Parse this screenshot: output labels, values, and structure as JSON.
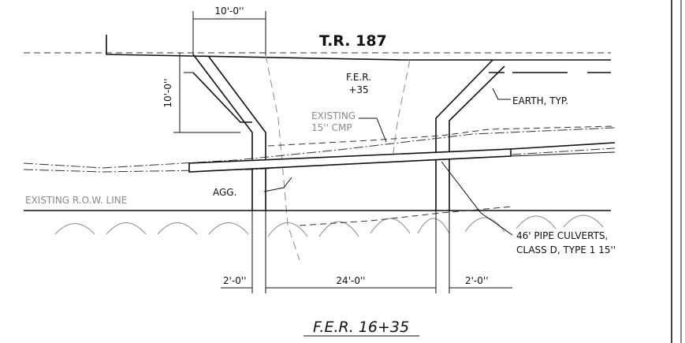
{
  "road_label": "T.R. 187",
  "fer_label_line1": "F.E.R.",
  "fer_label_line2": "+35",
  "existing_cmp_line1": "EXISTING",
  "existing_cmp_line2": "15'' CMP",
  "earth_label": "EARTH, TYP.",
  "agg_label": "AGG.",
  "row_label": "EXISTING R.O.W. LINE",
  "culvert_label_line1": "46' PIPE CULVERTS,",
  "culvert_label_line2": "CLASS D, TYPE 1 15''",
  "dims": {
    "top_width": "10'-0''",
    "left_height": "10'-0''",
    "left_offset": "2'-0''",
    "center": "24'-0''",
    "right_offset": "2'-0''"
  },
  "title": "F.E.R. 16+35"
}
